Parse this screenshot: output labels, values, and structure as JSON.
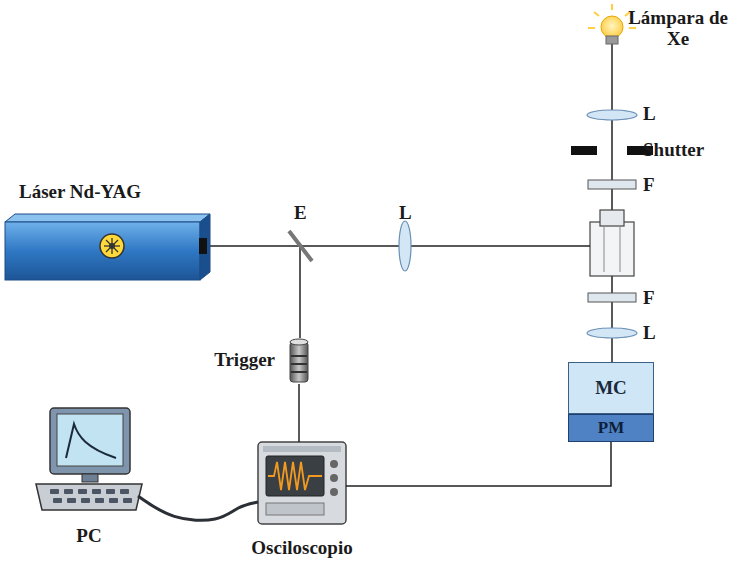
{
  "diagram": {
    "nodes": [
      {
        "text": [
          "Láser Nd-YAG"
        ]
      },
      {
        "text": [
          "Trigger"
        ]
      },
      {
        "text": [
          "MC"
        ]
      },
      {
        "text": [
          "PM"
        ]
      },
      {
        "text": [
          "PC"
        ]
      },
      {
        "text": [
          "Osciloscopio"
        ]
      }
    ],
    "edges": [
      {
        "from": 3,
        "to": 5,
        "arrow": "none"
      },
      {
        "from": 1,
        "to": 5,
        "arrow": "none"
      },
      {
        "from": 4,
        "to": 5,
        "arrow": "none"
      }
    ],
    "labels": [
      "Lámpara de Xe",
      "L",
      "Shutter",
      "F",
      "E",
      "L",
      "F",
      "L"
    ]
  }
}
